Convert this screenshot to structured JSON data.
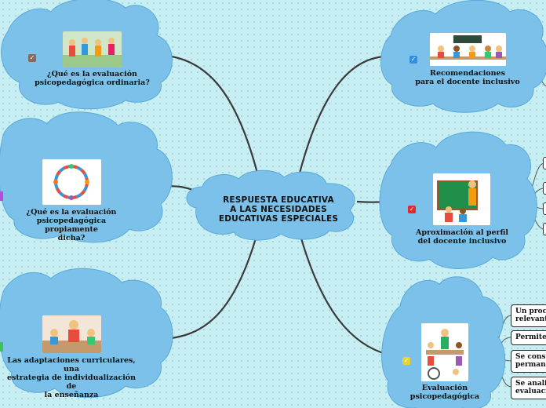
{
  "center": {
    "lines": [
      "RESPUESTA EDUCATIVA",
      "A LAS NECESIDADES",
      "EDUCATIVAS ESPECIALES"
    ]
  },
  "nodes": [
    {
      "id": "ordinaria",
      "lines": [
        "¿Qué es la evaluación",
        "psicopedagógica ordinaria?"
      ],
      "check": "✓",
      "check_color": "#8a6a5a",
      "icon": "children-playing-icon"
    },
    {
      "id": "propiamente",
      "lines": [
        "¿Qué es la evaluación",
        "psicopedagógica propiamente",
        "dicha?"
      ],
      "icon": "children-circle-icon"
    },
    {
      "id": "adaptaciones",
      "lines": [
        "Las adaptaciones curriculares, una",
        "estrategia de individualización de",
        "la enseñanza"
      ],
      "icon": "teacher-students-icon"
    },
    {
      "id": "recomendaciones",
      "lines": [
        "Recomendaciones",
        "para el docente inclusivo"
      ],
      "check": "✓",
      "check_color": "#2f8fe0",
      "icon": "classroom-icon"
    },
    {
      "id": "aproximacion",
      "lines": [
        "Aproximación al perfil",
        "del docente inclusivo"
      ],
      "check": "✓",
      "check_color": "#e02a2a",
      "icon": "teacher-board-icon"
    },
    {
      "id": "evaluacion",
      "lines": [
        "Evaluación",
        "psicopedagógica"
      ],
      "check": "✓",
      "check_color": "#e8d32a",
      "icon": "inclusive-classroom-icon"
    }
  ],
  "leaves": [
    {
      "lines": [
        "Un proc",
        "relevant"
      ]
    },
    {
      "lines": [
        "Permite"
      ]
    },
    {
      "lines": [
        "Se const",
        "perman"
      ]
    },
    {
      "lines": [
        "Se anali",
        "evaluaci"
      ]
    }
  ],
  "colors": {
    "cloud": "#7cc1ea",
    "cloud_stroke": "#4f9fcf",
    "branch": "#3a3a3a",
    "edge_purple": "#b44cd6",
    "edge_green": "#3fc25a"
  }
}
